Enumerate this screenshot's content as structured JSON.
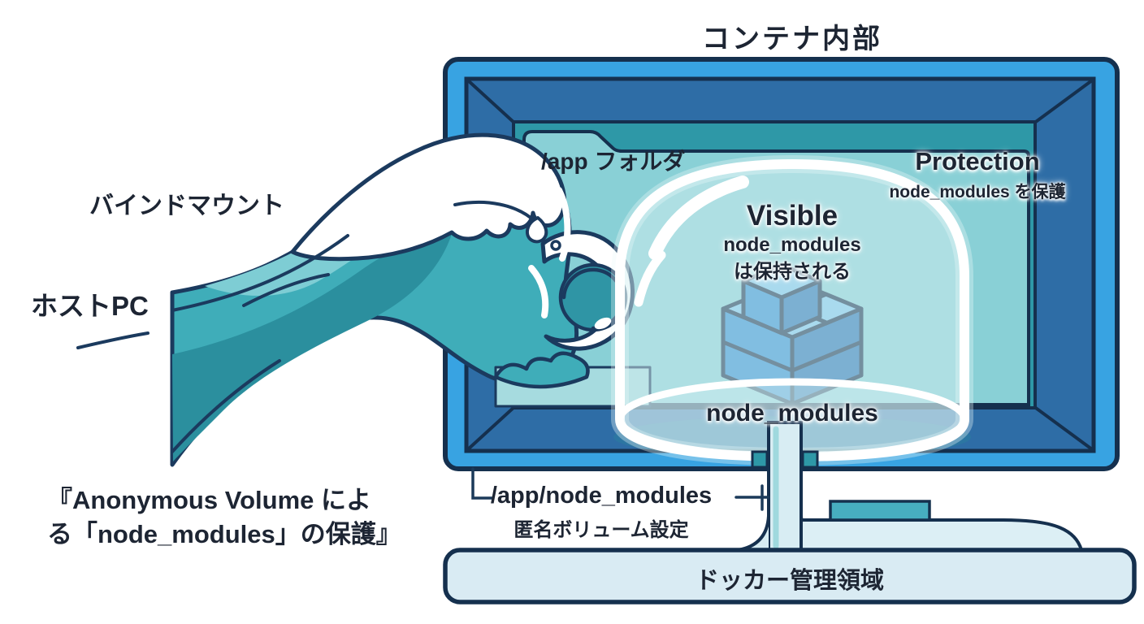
{
  "header": {
    "title": "コンテナ内部"
  },
  "host": {
    "bind_mount_label": "バインドマウント",
    "host_pc_label": "ホストPC"
  },
  "screen": {
    "app_folder_label": "/app フォルダ",
    "protection": {
      "title": "Protection",
      "subtitle": "node_modules を保護"
    },
    "dome": {
      "title": "Visible",
      "line1": "node_modules",
      "line2": "は保持される",
      "cube_label": "node_modules"
    }
  },
  "volume": {
    "path": "/app/node_modules",
    "subtitle": "匿名ボリューム設定"
  },
  "docker": {
    "area_label": "ドッカー管理領域"
  },
  "caption": {
    "line1": "『Anonymous Volume によ",
    "line2": "る「node_modules」の保護』"
  },
  "colors": {
    "frame_blue": "#38a3e2",
    "bevel_blue": "#2e6da6",
    "screen_teal": "#2e98a7",
    "folder_teal": "#89d0d6",
    "wave_teal": "#3fadb9",
    "wave_dark": "#2b8f9e",
    "wave_light": "#7ecdd4",
    "dome_tint": "#d3edf0",
    "cube_front": "#2f8fd2",
    "cube_side": "#2573b4",
    "cube_top": "#7fc6ec",
    "panel_light": "#d9ebf3",
    "outline_navy": "#15304e",
    "text_dark": "#1d2533"
  }
}
